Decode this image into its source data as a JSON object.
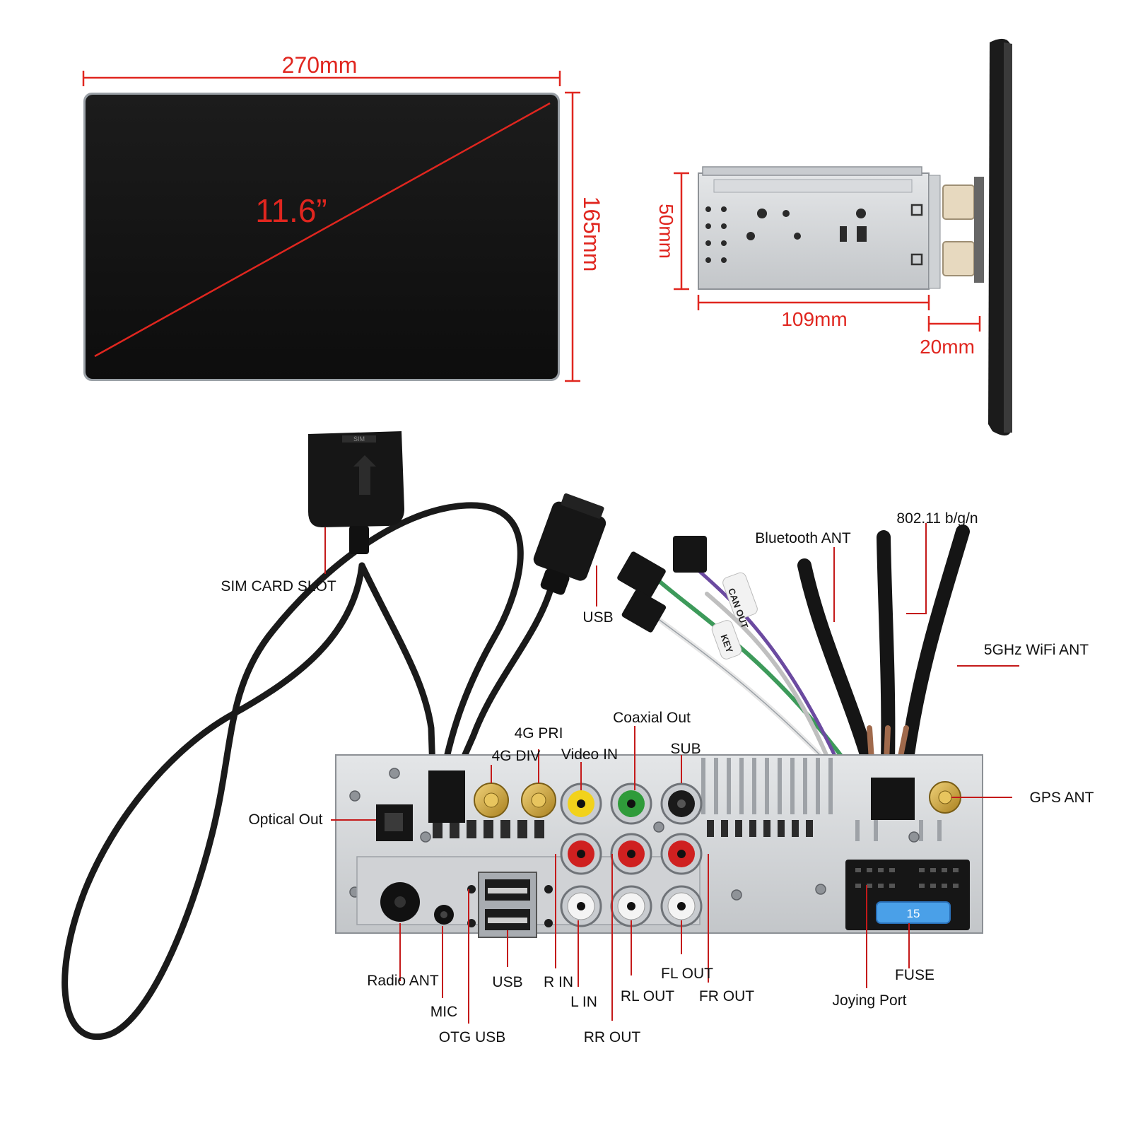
{
  "colors": {
    "dimension": "#e0261f",
    "pointer": "#c41a1a",
    "label": "#111111",
    "screen": "#141414",
    "chassis": "#d4d6d8",
    "gold": "#c9a13a",
    "rca_yellow": "#f2d21b",
    "rca_green": "#2f9b3a",
    "rca_red": "#cf2020",
    "fuse": "#4aa0e8"
  },
  "dimensions": {
    "screen_width": "270mm",
    "screen_height": "165mm",
    "diagonal": "11.6”",
    "chassis_height": "50mm",
    "chassis_depth": "109mm",
    "panel_depth": "20mm"
  },
  "panel_markings": {
    "sim_slot": "SIM",
    "can_out": "CAN OUT",
    "key": "KEY",
    "fuse_rating": "15"
  },
  "labels": {
    "sim_card_slot": "SIM CARD SLOT",
    "usb_cable": "USB",
    "bluetooth_ant": "Bluetooth ANT",
    "wifi_standard": "802.11 b/g/n",
    "wifi_5ghz": "5GHz WiFi ANT",
    "coaxial_out": "Coaxial Out",
    "pri_4g": "4G PRI",
    "div_4g": "4G DIV",
    "video_in": "Video IN",
    "sub": "SUB",
    "gps_ant": "GPS ANT",
    "optical_out": "Optical Out",
    "radio_ant": "Radio ANT",
    "usb_port": "USB",
    "r_in": "R IN",
    "l_in": "L IN",
    "rl_out": "RL OUT",
    "fl_out": "FL OUT",
    "fr_out": "FR OUT",
    "rr_out": "RR OUT",
    "fuse": "FUSE",
    "joying_port": "Joying Port",
    "mic": "MIC",
    "otg_usb": "OTG USB"
  }
}
